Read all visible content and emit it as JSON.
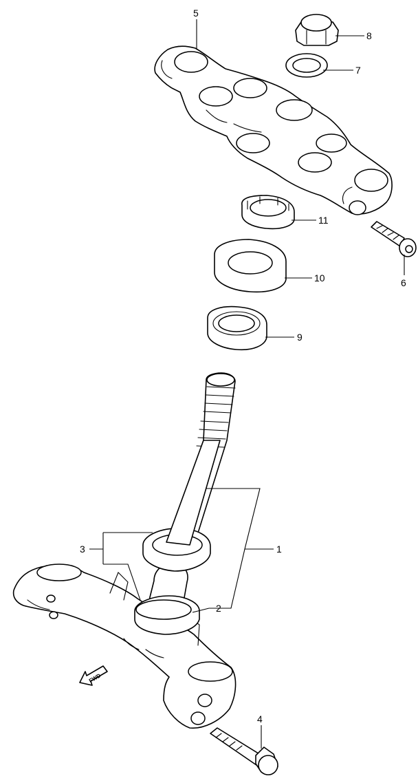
{
  "callouts": {
    "c1": "1",
    "c2": "2",
    "c3": "3",
    "c4": "4",
    "c5": "5",
    "c6": "6",
    "c7": "7",
    "c8": "8",
    "c9": "9",
    "c10": "10",
    "c11": "11"
  },
  "fwd_label": "FWD"
}
